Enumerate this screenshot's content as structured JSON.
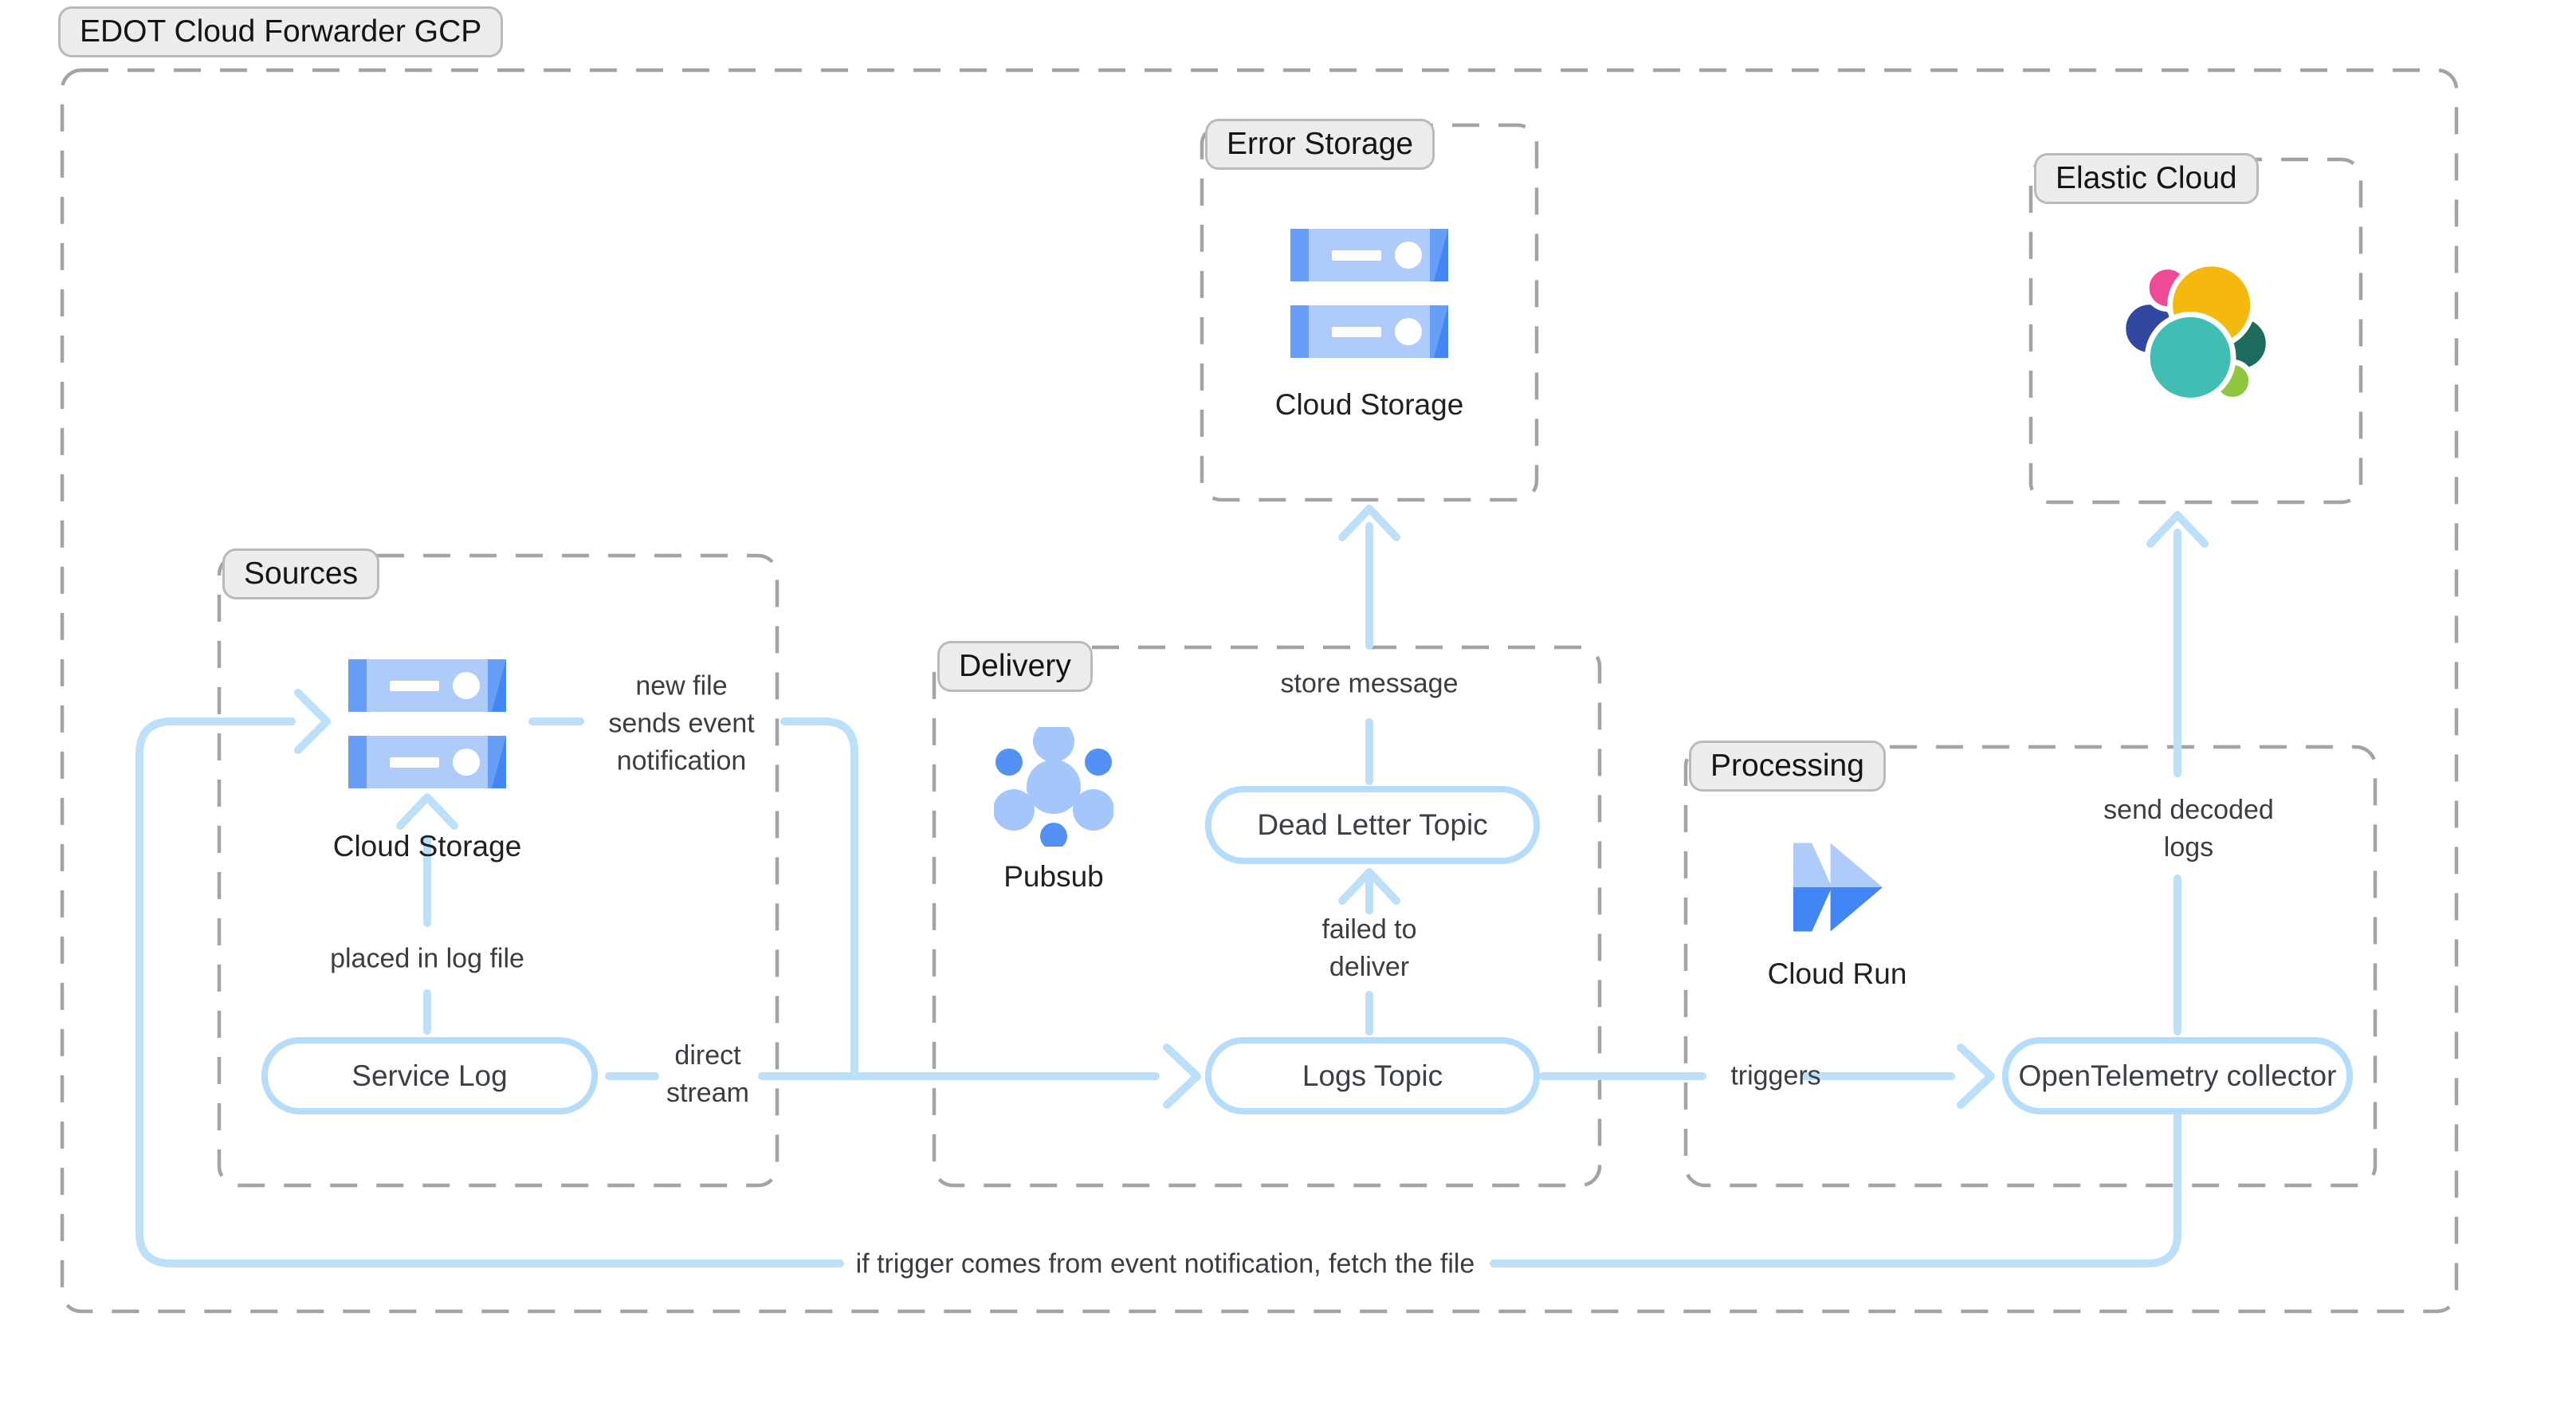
{
  "title": "EDOT Cloud Forwarder GCP",
  "groups": {
    "sources": {
      "label": "Sources"
    },
    "delivery": {
      "label": "Delivery"
    },
    "error_storage": {
      "label": "Error Storage"
    },
    "elastic_cloud": {
      "label": "Elastic Cloud"
    },
    "processing": {
      "label": "Processing"
    }
  },
  "nodes": {
    "service_log": {
      "label": "Service Log"
    },
    "dead_letter_topic": {
      "label": "Dead Letter Topic"
    },
    "logs_topic": {
      "label": "Logs Topic"
    },
    "otel_collector": {
      "label": "OpenTelemetry collector"
    }
  },
  "captions": {
    "cloud_storage_sources": "Cloud Storage",
    "cloud_storage_error": "Cloud Storage",
    "pubsub": "Pubsub",
    "cloud_run": "Cloud Run"
  },
  "edge_labels": {
    "new_file_event": [
      "new file",
      "sends event",
      "notification"
    ],
    "placed_in_log_file": [
      "placed in log file"
    ],
    "direct_stream": [
      "direct",
      "stream"
    ],
    "store_message": [
      "store message"
    ],
    "failed_to_deliver": [
      "failed to",
      "deliver"
    ],
    "triggers": [
      "triggers"
    ],
    "send_decoded_logs": [
      "send decoded",
      "logs"
    ],
    "fetch_file": [
      "if trigger comes from event notification, fetch the file"
    ]
  },
  "icons": {
    "cloud_storage": "cloud-storage-icon",
    "pubsub": "pubsub-icon",
    "cloud_run": "cloud-run-icon",
    "elastic": "elastic-logo"
  },
  "colors": {
    "arrow": "#BCDFFA",
    "node_border": "#B5DCFA",
    "node_text": "#3B3F46",
    "dash": "#A3A3A3",
    "pill_bg": "#ECECEC",
    "pill_border": "#BABABA",
    "pill_text": "#141414",
    "annotation_text": "#3A3D42",
    "caption_text": "#202124",
    "gcp_light": "#AECBFA",
    "gcp_medium": "#669DF6",
    "gcp_dark": "#4285F4",
    "pubsub_light": "#A4C6FB",
    "pubsub_small": "#5491F4",
    "elastic_yellow": "#F5B80F",
    "elastic_pink": "#EE4B96",
    "elastic_navy": "#3248A0",
    "elastic_teal": "#40BEB4",
    "elastic_dkgreen": "#1C6B5C",
    "elastic_ltgreen": "#8FC63D",
    "bg": "#FFFFFF"
  }
}
